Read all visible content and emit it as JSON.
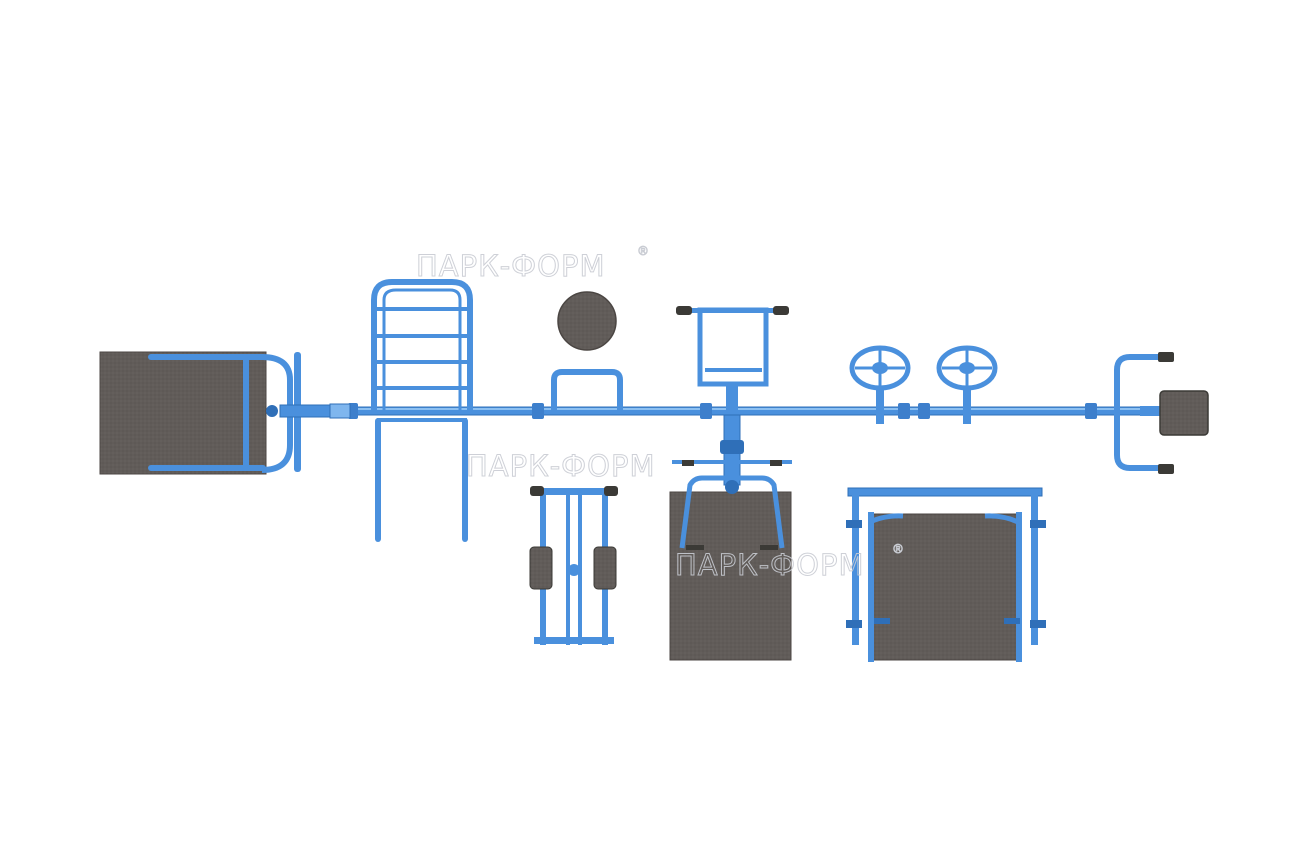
{
  "image": {
    "description_free": true,
    "background_color": "#ffffff",
    "colors": {
      "frame": "#4a90dd",
      "frame_light": "#7fb6ee",
      "frame_dark": "#2f6fb8",
      "pad": "#5f5a57",
      "pad_dark": "#4b4643",
      "grip": "#3b3a36",
      "watermark": "#c9ccd3"
    }
  },
  "watermarks": [
    {
      "text": "ПАРК-ФОРМ",
      "reg": "®"
    },
    {
      "text": "ПАРК-ФОРМ",
      "reg": ""
    },
    {
      "text": "ПАРК-ФОРМ",
      "reg": "®"
    }
  ]
}
